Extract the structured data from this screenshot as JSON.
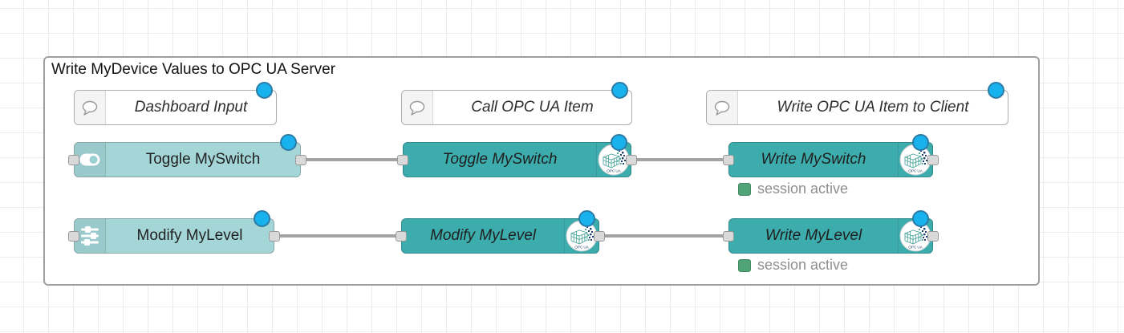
{
  "workspace": {
    "group_label": "Write MyDevice Values to OPC UA Server"
  },
  "comments": [
    {
      "label": "Dashboard Input",
      "icon": "speech-bubble-icon"
    },
    {
      "label": "Call OPC UA Item",
      "icon": "speech-bubble-icon"
    },
    {
      "label": "Write OPC UA Item to Client",
      "icon": "speech-bubble-icon"
    }
  ],
  "nodes": [
    {
      "label": "Toggle MySwitch",
      "type": "dashboard-switch",
      "icon": "toggle-switch-icon"
    },
    {
      "label": "Modify MyLevel",
      "type": "dashboard-slider",
      "icon": "sliders-icon"
    },
    {
      "label": "Toggle MySwitch",
      "type": "opcua-item",
      "icon": "opcua-logo-icon"
    },
    {
      "label": "Modify MyLevel",
      "type": "opcua-item",
      "icon": "opcua-logo-icon"
    },
    {
      "label": "Write MySwitch",
      "type": "opcua-write",
      "icon": "opcua-logo-icon",
      "status": "session active"
    },
    {
      "label": "Write MyLevel",
      "type": "opcua-write",
      "icon": "opcua-logo-icon",
      "status": "session active"
    }
  ],
  "opcua_badge": "OPC UA",
  "colors": {
    "node_light": "#a4d6d8",
    "node_dark": "#3dacad",
    "wire": "#a3a3a3",
    "status_green": "#4fa377",
    "modified_dot_blue": "#18b2ee",
    "grid": "#ececec",
    "group_border": "#9f9f9f"
  }
}
